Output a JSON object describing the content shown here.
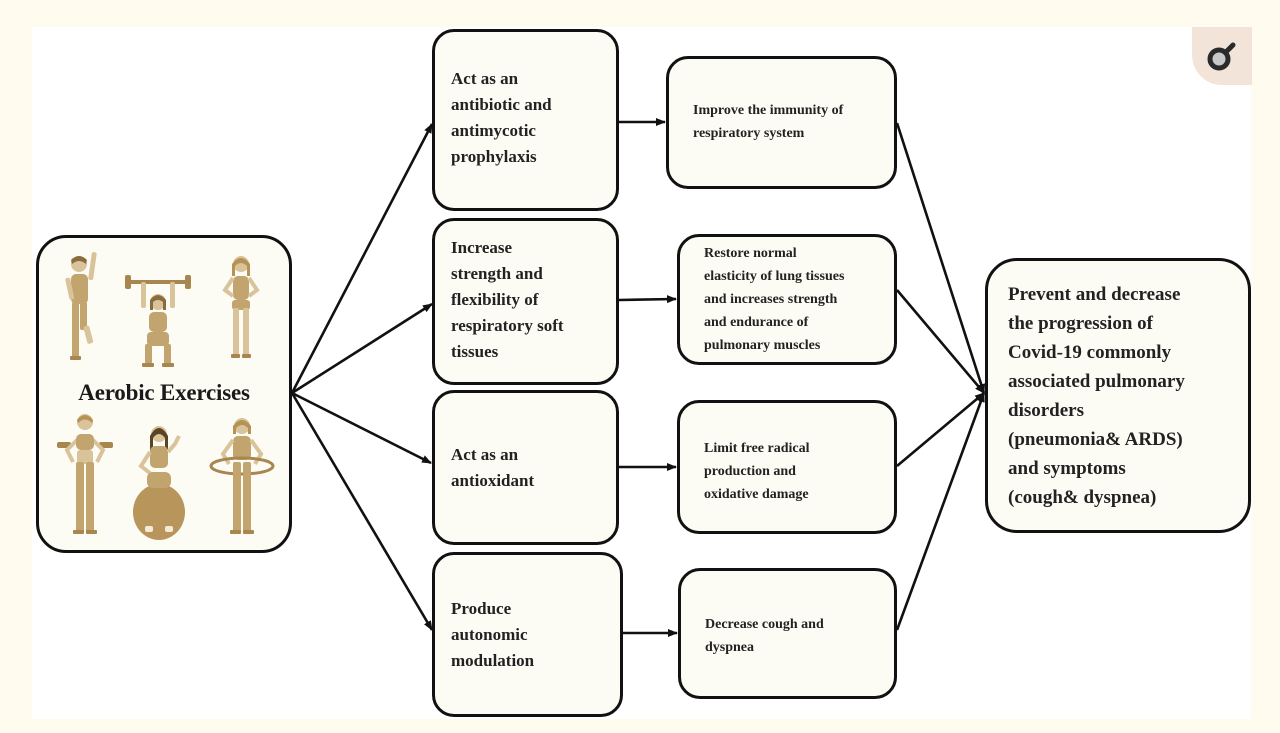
{
  "diagram": {
    "source": {
      "label": "Aerobic Exercises",
      "illustrations": [
        "woman-stretching-arm-up",
        "woman-lifting-barbell-overhead",
        "woman-standing-hands-on-hips",
        "woman-lifting-dumbbells",
        "woman-on-exercise-ball",
        "woman-with-hula-hoop"
      ],
      "illustration_color": "#bfa06a"
    },
    "mechanisms": [
      {
        "label": "Act as an\nantibiotic and\nantimycotic\nprophylaxis"
      },
      {
        "label": "Increase\nstrength and\nflexibility of\nrespiratory soft\ntissues"
      },
      {
        "label": "Act as an\nantioxidant"
      },
      {
        "label": "Produce\nautonomic\nmodulation"
      }
    ],
    "effects": [
      {
        "label": "Improve the immunity of\nrespiratory system"
      },
      {
        "label": "Restore normal\nelasticity of lung tissues\nand increases strength\nand endurance of\npulmonary muscles"
      },
      {
        "label": "Limit free radical\nproduction and\noxidative damage"
      },
      {
        "label": "Decrease cough and\ndyspnea"
      }
    ],
    "outcome": {
      "label": "Prevent and decrease\nthe progression of\nCovid-19 commonly\nassociated pulmonary\ndisorders\n(pneumonia& ARDS)\nand symptoms\n(cough& dyspnea)"
    },
    "edges": [
      {
        "from": "source",
        "to": "mechanism-1",
        "arrow": true
      },
      {
        "from": "source",
        "to": "mechanism-2",
        "arrow": true
      },
      {
        "from": "source",
        "to": "mechanism-3",
        "arrow": true
      },
      {
        "from": "source",
        "to": "mechanism-4",
        "arrow": true
      },
      {
        "from": "mechanism-1",
        "to": "effect-1",
        "arrow": true
      },
      {
        "from": "mechanism-2",
        "to": "effect-2",
        "arrow": true
      },
      {
        "from": "mechanism-3",
        "to": "effect-3",
        "arrow": true
      },
      {
        "from": "mechanism-4",
        "to": "effect-4",
        "arrow": true
      },
      {
        "from": "effect-1",
        "to": "outcome",
        "arrow": true
      },
      {
        "from": "effect-2",
        "to": "outcome",
        "arrow": true
      },
      {
        "from": "effect-3",
        "to": "outcome",
        "arrow": true
      },
      {
        "from": "effect-4",
        "to": "outcome",
        "arrow": true
      }
    ]
  },
  "viewer": {
    "zoom_icon": "magnifier-icon"
  }
}
